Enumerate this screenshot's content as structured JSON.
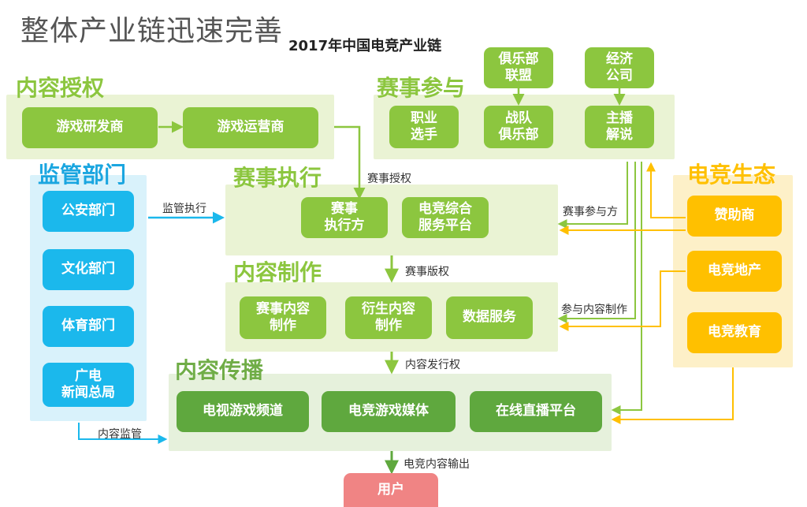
{
  "header": {
    "title": "整体产业链迅速完善",
    "subtitle": "2017年中国电竞产业链"
  },
  "regions": {
    "content_license": {
      "label": "内容授权",
      "nodes": [
        "游戏研发商",
        "游戏运营商"
      ]
    },
    "event_participation": {
      "label": "赛事参与",
      "top_nodes": [
        "俱乐部\n联盟",
        "经济\n公司"
      ],
      "nodes": [
        "职业\n选手",
        "战队\n俱乐部",
        "主播\n解说"
      ]
    },
    "regulation": {
      "label": "监管部门",
      "nodes": [
        "公安部门",
        "文化部门",
        "体育部门",
        "广电\n新闻总局"
      ]
    },
    "event_execution": {
      "label": "赛事执行",
      "nodes": [
        "赛事\n执行方",
        "电竞综合\n服务平台"
      ]
    },
    "ecosystem": {
      "label": "电竞生态",
      "nodes": [
        "赞助商",
        "电竞地产",
        "电竞教育"
      ]
    },
    "content_production": {
      "label": "内容制作",
      "nodes": [
        "赛事内容\n制作",
        "衍生内容\n制作",
        "数据服务"
      ]
    },
    "content_distribution": {
      "label": "内容传播",
      "nodes": [
        "电视游戏频道",
        "电竞游戏媒体",
        "在线直播平台"
      ]
    },
    "user": {
      "label": "用户"
    }
  },
  "edges": {
    "event_license": "赛事授权",
    "supervision": "监管执行",
    "participants": "赛事参与方",
    "event_copyright": "赛事版权",
    "content_making": "参与内容制作",
    "distribution_right": "内容发行权",
    "content_supervision": "内容监管",
    "output": "电竞内容输出"
  },
  "colors": {
    "lime": "#8cc63f",
    "blue": "#1bb8ec",
    "yellow": "#ffc000",
    "green": "#5fa83e",
    "pink": "#f08484"
  }
}
